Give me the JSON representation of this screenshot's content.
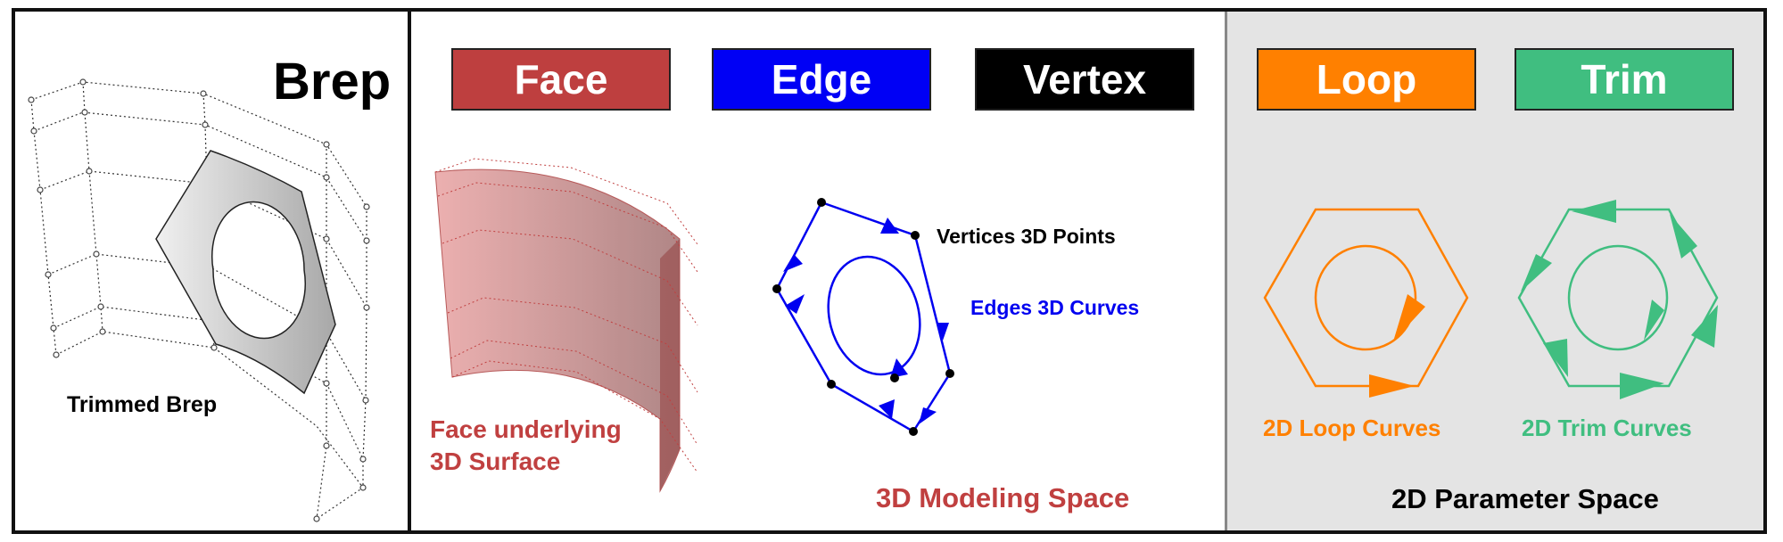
{
  "brep_panel": {
    "title": "Brep",
    "caption": "Trimmed Brep"
  },
  "modeling_panel": {
    "buttons": [
      {
        "label": "Face",
        "color": "#be3f3f"
      },
      {
        "label": "Edge",
        "color": "#0000f5"
      },
      {
        "label": "Vertex",
        "color": "#000000"
      }
    ],
    "face_caption_line1": "Face underlying",
    "face_caption_line2": "3D Surface",
    "vertices_caption": "Vertices 3D Points",
    "edges_caption": "Edges 3D Curves",
    "space_label": "3D Modeling Space"
  },
  "parameter_panel": {
    "buttons": [
      {
        "label": "Loop",
        "color": "#ff8000"
      },
      {
        "label": "Trim",
        "color": "#40be80"
      }
    ],
    "loop_caption": "2D Loop Curves",
    "trim_caption": "2D Trim Curves",
    "space_label": "2D Parameter Space"
  }
}
